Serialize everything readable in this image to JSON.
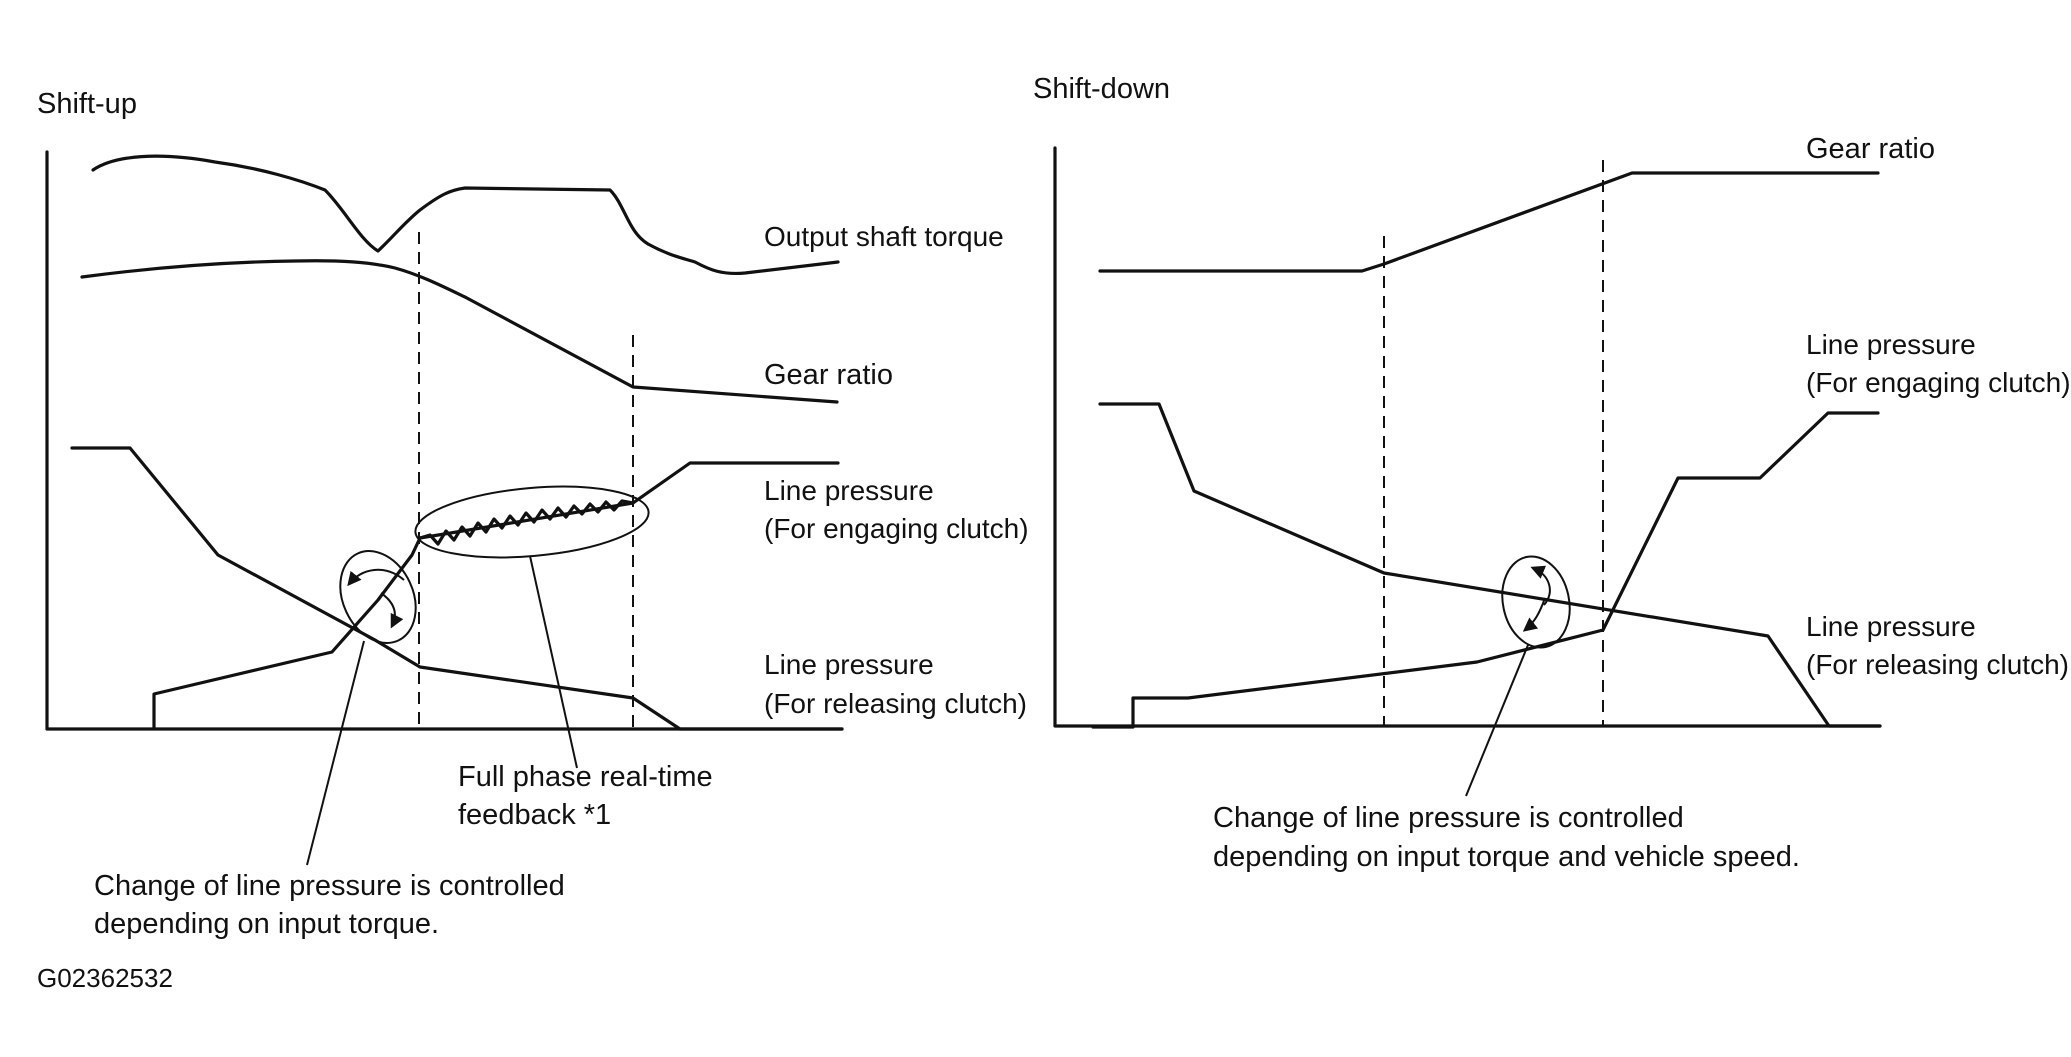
{
  "figure_id": "G02362532",
  "left_panel": {
    "title": "Shift-up",
    "labels": {
      "output_shaft_torque": "Output shaft torque",
      "gear_ratio": "Gear ratio",
      "line_pressure_engaging": [
        "Line pressure",
        "(For engaging clutch)"
      ],
      "line_pressure_releasing": [
        "Line pressure",
        "(For releasing clutch)"
      ]
    },
    "callout_feedback": [
      "Full phase real-time",
      "feedback *1"
    ],
    "callout_change": [
      "Change of line pressure is controlled",
      "depending on input torque."
    ]
  },
  "right_panel": {
    "title": "Shift-down",
    "labels": {
      "gear_ratio": "Gear ratio",
      "line_pressure_engaging": [
        "Line pressure",
        "(For engaging clutch)"
      ],
      "line_pressure_releasing": [
        "Line pressure",
        "(For releasing clutch)"
      ]
    },
    "callout_change": [
      "Change of line pressure is controlled",
      "depending on input torque and vehicle speed."
    ]
  }
}
